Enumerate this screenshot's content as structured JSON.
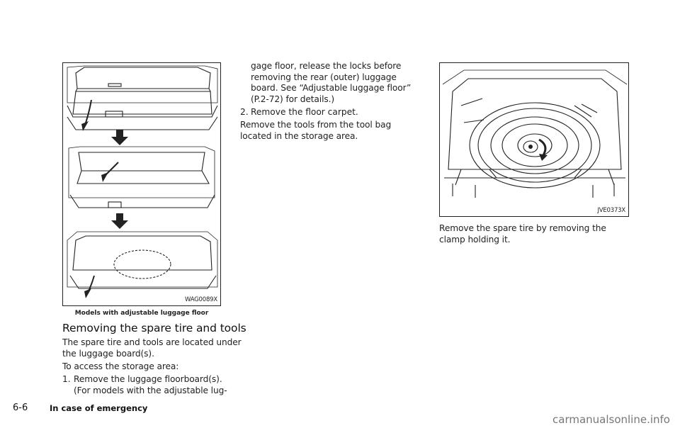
{
  "figure_left": {
    "code": "WAG0089X",
    "caption": "Models with adjustable luggage floor"
  },
  "section_heading": "Removing the spare tire and tools",
  "intro_lines": [
    "The spare tire and tools are located under",
    "the luggage board(s)."
  ],
  "access_line": "To access the storage area:",
  "step1": {
    "number": "1.",
    "lines": [
      "Remove the luggage floorboard(s).",
      "(For models with the adjustable lug-"
    ]
  },
  "step1_cont_lines": [
    "gage floor, release the locks before",
    "removing the rear (outer) luggage",
    "board. See “Adjustable luggage floor”",
    "(P.2-72) for details.)"
  ],
  "step2": {
    "number": "2.",
    "text": "Remove the floor carpet."
  },
  "tools_lines": [
    "Remove the tools from the tool bag",
    "located in the storage area."
  ],
  "figure_right": {
    "code": "JVE0373X"
  },
  "spare_lines": [
    "Remove the spare tire by removing the",
    "clamp holding it."
  ],
  "footer": {
    "page_number": "6-6",
    "section_title": "In case of emergency"
  },
  "watermark": "carmanualsonline.info",
  "icons": [
    "arrow-down-icon",
    "curved-arrow-icon"
  ]
}
